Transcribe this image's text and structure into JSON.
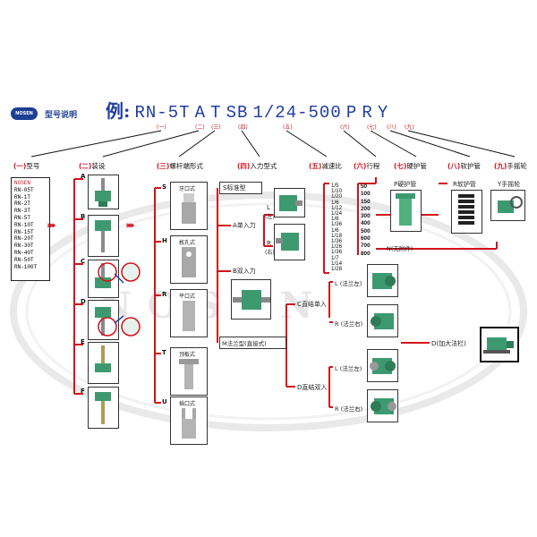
{
  "header": {
    "logo_text": "NOSEN",
    "title": "型号说明",
    "code_prefix": "例:",
    "code_parts": [
      "RN-5T",
      "A",
      "T",
      "SB",
      "1/24-500",
      "P",
      "R",
      "Y"
    ],
    "code_numbers": [
      "(一)",
      "(二)",
      "(三)",
      "(四)",
      "(五)",
      "(六)",
      "(七)",
      "(八)",
      "(九)"
    ]
  },
  "categories": [
    {
      "num": "(一)",
      "label": "型号"
    },
    {
      "num": "(二)",
      "label": "装设"
    },
    {
      "num": "(三)",
      "label": "螺杆端形式"
    },
    {
      "num": "(四)",
      "label": "入力型式"
    },
    {
      "num": "(五)",
      "label": "减速比"
    },
    {
      "num": "(六)",
      "label": "行程"
    },
    {
      "num": "(七)",
      "label": "硬护管"
    },
    {
      "num": "(八)",
      "label": "软护管"
    },
    {
      "num": "(九)",
      "label": "手摇轮"
    }
  ],
  "models": [
    "NOSEN",
    "RN-05T",
    "RN-1T",
    "RN-2T",
    "RN-3T",
    "RN-5T",
    "RN-10T",
    "RN-15T",
    "RN-20T",
    "RN-30T",
    "RN-40T",
    "RN-50T",
    "RN-100T"
  ],
  "mounting": [
    "A",
    "B",
    "C",
    "D",
    "E",
    "F"
  ],
  "screw_ends": [
    {
      "code": "S",
      "label": "牙口式"
    },
    {
      "code": "H",
      "label": "枚孔式"
    },
    {
      "code": "R",
      "label": "平口式"
    },
    {
      "code": "T",
      "label": "顶板式"
    },
    {
      "code": "U",
      "label": "插口式"
    }
  ],
  "input": {
    "s_type": "S标准型",
    "a_single": "A单入力",
    "b_double": "B双入力",
    "l_left": "L",
    "l_paren": "(左)",
    "r_right": "R",
    "r_paren": "(右)",
    "m_type": "M法兰型(直接式)",
    "c_single": "C直结单入",
    "d_double": "D直结双入",
    "l_flange_left": "L (法兰左)",
    "r_flange_right": "R (法兰右)",
    "d_large_flange": "D(加大法栏)"
  },
  "ratios": [
    "1/5",
    "1/10",
    "1/20",
    "1/6",
    "1/12",
    "1/24",
    "1/8",
    "1/36",
    "1/6",
    "1/18",
    "1/36",
    "1/26",
    "1/36",
    "1/7",
    "1/14",
    "1/28"
  ],
  "strokes": [
    "50",
    "100",
    "150",
    "200",
    "300",
    "400",
    "500",
    "600",
    "700",
    "800"
  ],
  "options": {
    "p_hard_tube": "P硬护管",
    "n_none": "N(无附件)",
    "r_soft_tube": "R软护管",
    "y_handwheel": "Y手摇轮"
  },
  "watermark": "NOSEN",
  "colors": {
    "line": "#d3121b",
    "accent": "#1f3ea1",
    "equipment": "#3d9a70"
  }
}
